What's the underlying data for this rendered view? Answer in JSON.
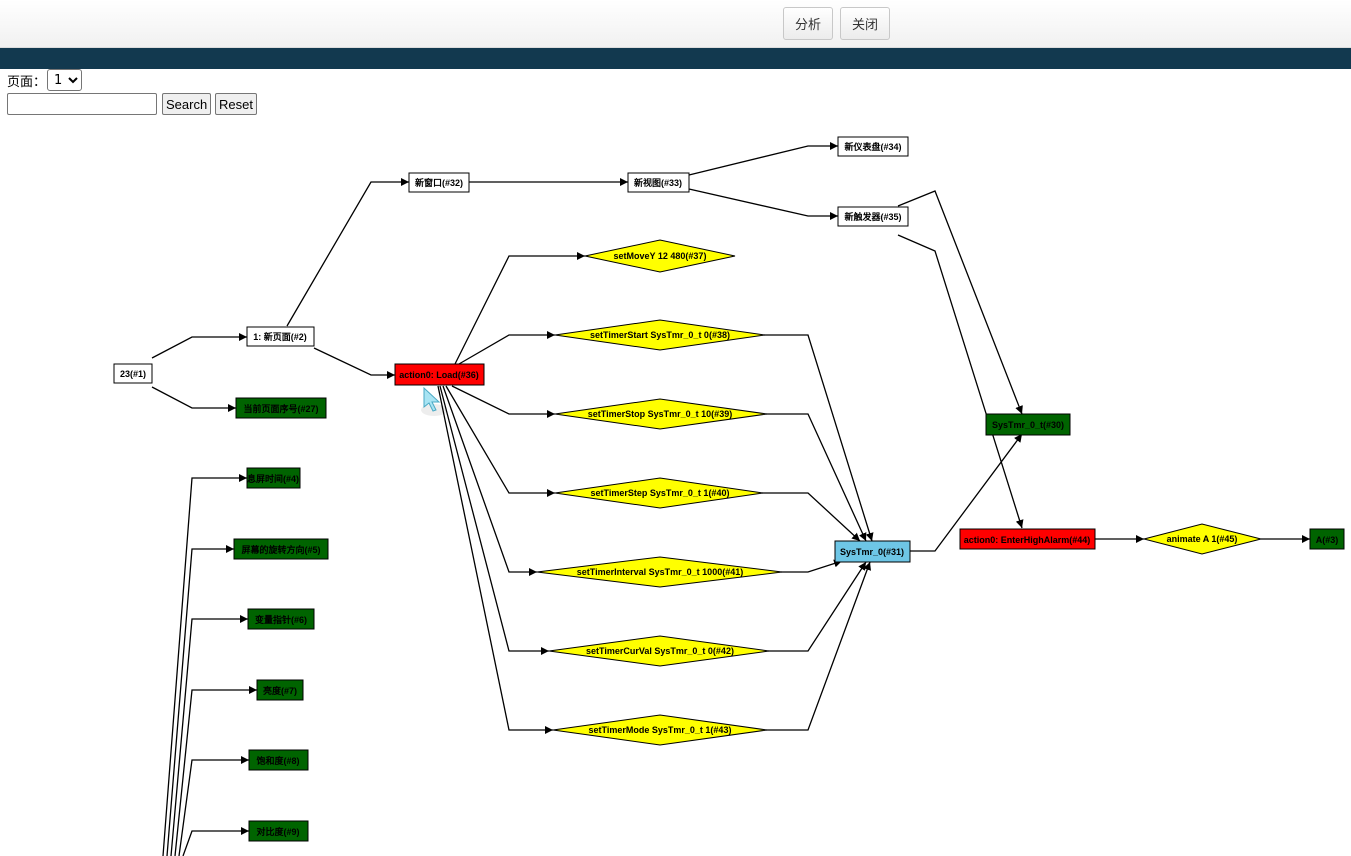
{
  "toolbar": {
    "analyze_label": "分析",
    "close_label": "关闭"
  },
  "controls": {
    "page_label": "页面：",
    "page_value": "1",
    "search_placeholder": "",
    "search_button": "Search",
    "reset_button": "Reset"
  },
  "colors": {
    "header_band": "#12394f",
    "node_green": "#006400",
    "node_red": "#ff0000",
    "node_yellow": "#ffff00",
    "node_blue": "#6ec6e6",
    "node_white": "#ffffff"
  },
  "graph": {
    "nodes": [
      {
        "id": "n1",
        "label": "23(#1)"
      },
      {
        "id": "n2",
        "label": "1: 新页面(#2)"
      },
      {
        "id": "n27",
        "label": "当前页面序号(#27)"
      },
      {
        "id": "n32",
        "label": "新窗口(#32)"
      },
      {
        "id": "n33",
        "label": "新视图(#33)"
      },
      {
        "id": "n34",
        "label": "新仪表盘(#34)"
      },
      {
        "id": "n35",
        "label": "新触发器(#35)"
      },
      {
        "id": "n36",
        "label": "action0: Load(#36)"
      },
      {
        "id": "n37",
        "label": "setMoveY 12 480(#37)"
      },
      {
        "id": "n38",
        "label": "setTimerStart SysTmr_0_t 0(#38)"
      },
      {
        "id": "n39",
        "label": "setTimerStop SysTmr_0_t 10(#39)"
      },
      {
        "id": "n40",
        "label": "setTimerStep SysTmr_0_t 1(#40)"
      },
      {
        "id": "n41",
        "label": "setTimerInterval SysTmr_0_t 1000(#41)"
      },
      {
        "id": "n42",
        "label": "setTimerCurVal SysTmr_0_t 0(#42)"
      },
      {
        "id": "n43",
        "label": "setTimerMode SysTmr_0_t 1(#43)"
      },
      {
        "id": "n30",
        "label": "SysTmr_0_t(#30)"
      },
      {
        "id": "n31",
        "label": "SysTmr_0(#31)"
      },
      {
        "id": "n44",
        "label": "action0: EnterHighAlarm(#44)"
      },
      {
        "id": "n45",
        "label": "animate A 1(#45)"
      },
      {
        "id": "n3",
        "label": "A(#3)"
      },
      {
        "id": "n4",
        "label": "息屏时间(#4)"
      },
      {
        "id": "n5",
        "label": "屏幕的旋转方向(#5)"
      },
      {
        "id": "n6",
        "label": "变量指针(#6)"
      },
      {
        "id": "n7",
        "label": "亮度(#7)"
      },
      {
        "id": "n8",
        "label": "饱和度(#8)"
      },
      {
        "id": "n9",
        "label": "对比度(#9)"
      }
    ]
  }
}
